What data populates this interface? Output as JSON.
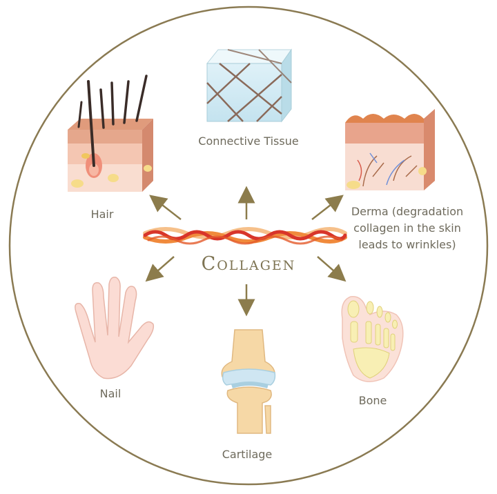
{
  "center": {
    "title": "Collagen"
  },
  "labels": {
    "connective": "Connective Tissue",
    "hair": "Hair",
    "derma": [
      "Derma (degradation",
      "collagen in the skin",
      "leads to wrinkles)"
    ],
    "nail": "Nail",
    "cartilage": "Cartilage",
    "bone": "Bone"
  },
  "colors": {
    "circle": "#8a7a52",
    "arrow": "#8c7c4c",
    "text": "#6e6a5c",
    "fiber_red": "#d8352a",
    "fiber_orange": "#f08a3c",
    "fiber_light": "#f6c08a"
  },
  "icons": [
    "connective-tissue-icon",
    "hair-skin-icon",
    "derma-skin-icon",
    "hand-nail-icon",
    "knee-cartilage-icon",
    "foot-bone-icon",
    "collagen-fiber-icon"
  ]
}
